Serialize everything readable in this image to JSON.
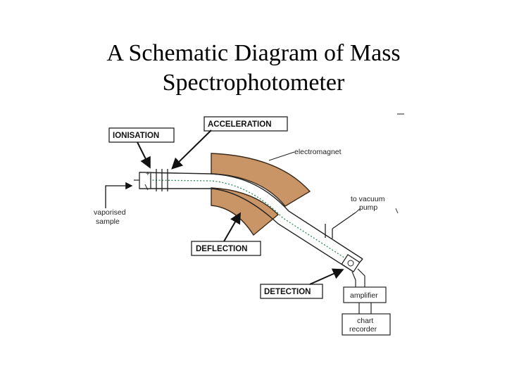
{
  "title": {
    "line1": "A Schematic Diagram of Mass",
    "line2": "Spectrophotometer"
  },
  "diagram": {
    "stage_labels": {
      "ionisation": "IONISATION",
      "acceleration": "ACCELERATION",
      "deflection": "DEFLECTION",
      "detection": "DETECTION"
    },
    "component_labels": {
      "electromagnet": "electromagnet",
      "vacuum_line1": "to vacuum",
      "vacuum_line2": "pump",
      "sample_line1": "vaporised",
      "sample_line2": "sample",
      "amplifier": "amplifier",
      "chart_line1": "chart",
      "chart_line2": "recorder"
    },
    "colors": {
      "magnet": "#C99466",
      "magnet_stroke": "#3a2a1a",
      "line": "#222222",
      "beam": "#2e8b57"
    }
  }
}
